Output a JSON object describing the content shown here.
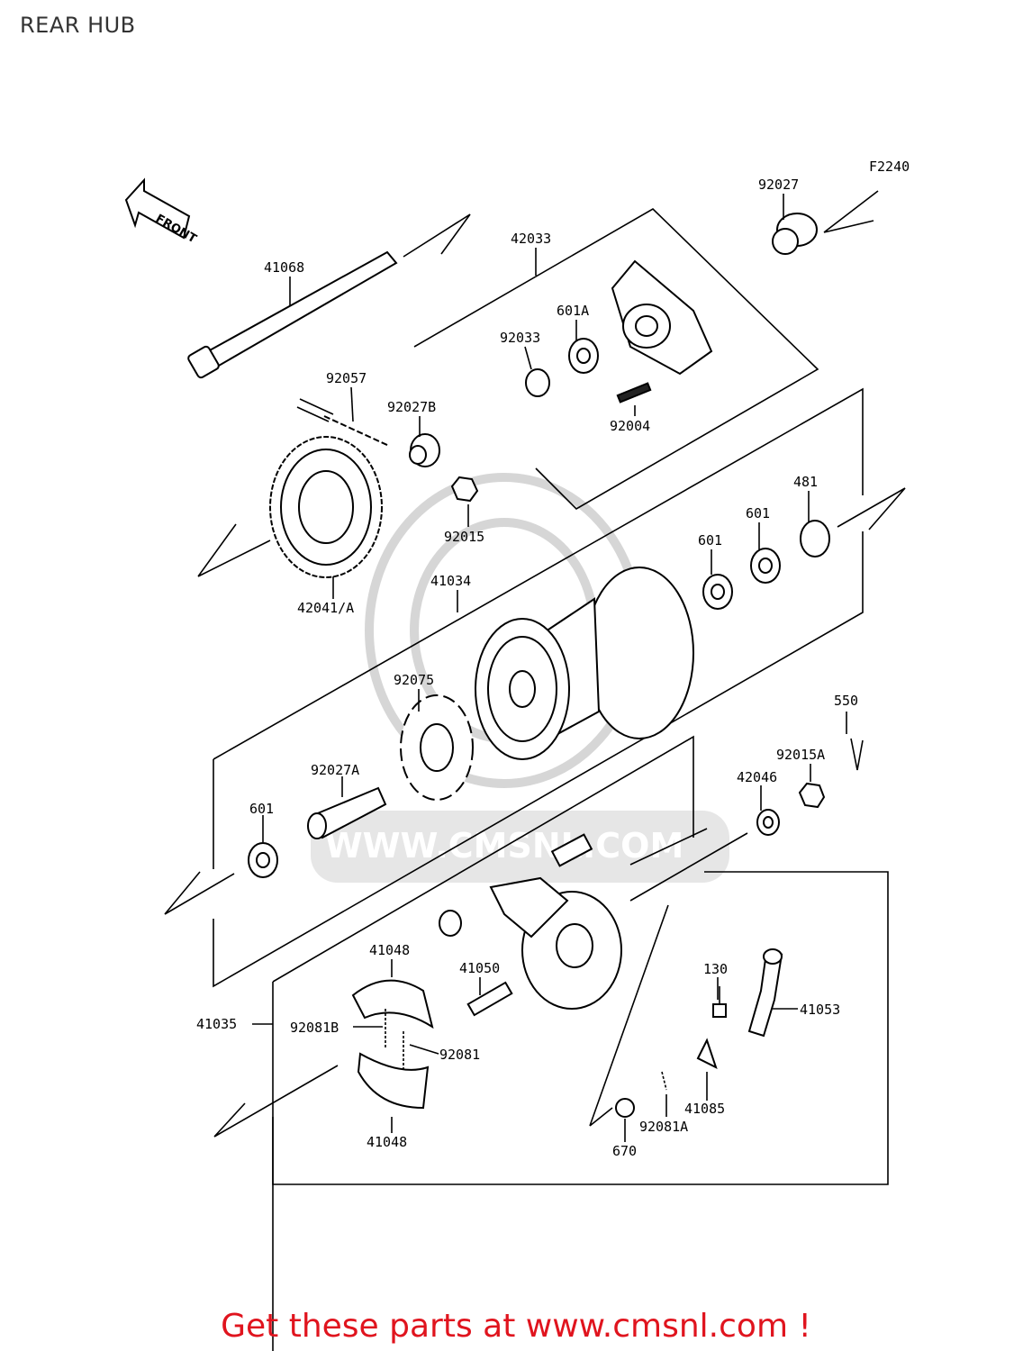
{
  "title": "REAR HUB",
  "figure_code": "F2240",
  "front_label": "FRONT",
  "watermark": "WWW.CMSNL.COM",
  "footer": "Get these parts at www.cmsnl.com !",
  "parts": {
    "p92027": "92027",
    "p42033": "42033",
    "p41068": "41068",
    "p601A": "601A",
    "p92033": "92033",
    "p92057": "92057",
    "p92027B": "92027B",
    "p92004": "92004",
    "p481": "481",
    "p601a": "601",
    "p601b": "601",
    "p92015": "92015",
    "p42041A": "42041/A",
    "p41034": "41034",
    "p92075": "92075",
    "p550": "550",
    "p92015A": "92015A",
    "p92027A": "92027A",
    "p42046": "42046",
    "p601c": "601",
    "p41048a": "41048",
    "p41050": "41050",
    "p130": "130",
    "p41053": "41053",
    "p41035": "41035",
    "p92081B": "92081B",
    "p92081": "92081",
    "p41085": "41085",
    "p41048b": "41048",
    "p92081A": "92081A",
    "p670": "670"
  },
  "colors": {
    "footer": "#e0141e",
    "ink": "#000000",
    "watermark": "#d6d6d6"
  }
}
